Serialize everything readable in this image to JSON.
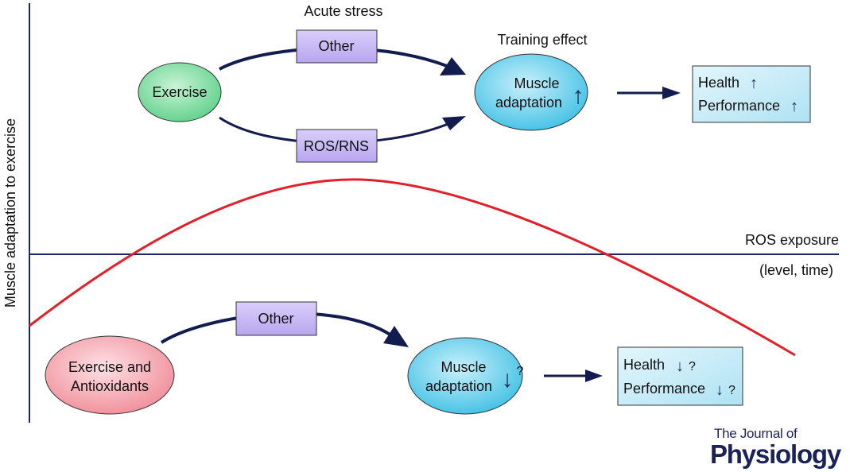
{
  "axes": {
    "y_label": "Muscle adaptation to exercise",
    "x_label_line1": "ROS exposure",
    "x_label_line2": "(level, time)"
  },
  "colors": {
    "axis": "#1a2a5e",
    "curve": "#e0202a",
    "arrow": "#131c4f",
    "exercise_fill": "#5fd08a",
    "antioxidant_fill": "#f08c98",
    "adaptation_fill": "#3fc0e4",
    "mediator_fill": "#b8a6ef",
    "outcome_fill": "#bfe8f5"
  },
  "top_pathway": {
    "acute_stress_label": "Acute stress",
    "training_effect_label": "Training effect",
    "exercise_label": "Exercise",
    "other_label": "Other",
    "ros_rns_label": "ROS/RNS",
    "adaptation_line1": "Muscle",
    "adaptation_line2": "adaptation",
    "adaptation_arrow": "↑",
    "outcome_health": "Health",
    "outcome_health_arrow": "↑",
    "outcome_performance": "Performance",
    "outcome_performance_arrow": "↑"
  },
  "bottom_pathway": {
    "exercise_line1": "Exercise and",
    "exercise_line2": "Antioxidants",
    "other_label": "Other",
    "adaptation_line1": "Muscle",
    "adaptation_line2": "adaptation",
    "adaptation_arrow": "↓",
    "adaptation_query": "?",
    "outcome_health": "Health",
    "outcome_health_arrow": "↓",
    "outcome_health_query": "?",
    "outcome_performance": "Performance",
    "outcome_performance_arrow": "↓",
    "outcome_performance_query": "?"
  },
  "journal": {
    "line1": "The Journal of",
    "line2": "Physiology"
  }
}
